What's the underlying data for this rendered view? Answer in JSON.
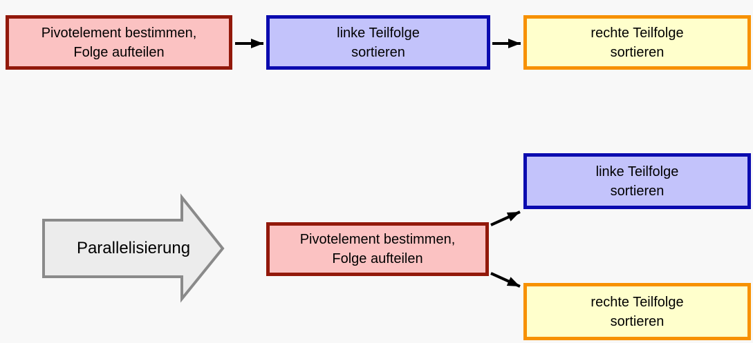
{
  "colors": {
    "background": "#f8f8f8",
    "pink_fill": "#fbc2c2",
    "pink_border": "#92190b",
    "blue_fill": "#c3c3fb",
    "blue_border": "#0b0baf",
    "yellow_fill": "#ffffcc",
    "yellow_border": "#f79102",
    "gray_arrow_fill": "#ececec",
    "gray_arrow_border": "#8a8a8a",
    "connector": "#000000",
    "text": "#000000"
  },
  "sequential_flow": {
    "nodes": [
      {
        "name": "pivot",
        "line1": "Pivotelement bestimmen,",
        "line2": "Folge aufteilen",
        "color": "pink"
      },
      {
        "name": "left-subsequence",
        "line1": "linke Teilfolge",
        "line2": "sortieren",
        "color": "blue"
      },
      {
        "name": "right-subsequence",
        "line1": "rechte Teilfolge",
        "line2": "sortieren",
        "color": "yellow"
      }
    ]
  },
  "transform_arrow": {
    "label": "Parallelisierung"
  },
  "parallel_flow": {
    "nodes": [
      {
        "name": "pivot",
        "line1": "Pivotelement bestimmen,",
        "line2": "Folge aufteilen",
        "color": "pink"
      },
      {
        "name": "left-subsequence",
        "line1": "linke Teilfolge",
        "line2": "sortieren",
        "color": "blue"
      },
      {
        "name": "right-subsequence",
        "line1": "rechte Teilfolge",
        "line2": "sortieren",
        "color": "yellow"
      }
    ]
  }
}
